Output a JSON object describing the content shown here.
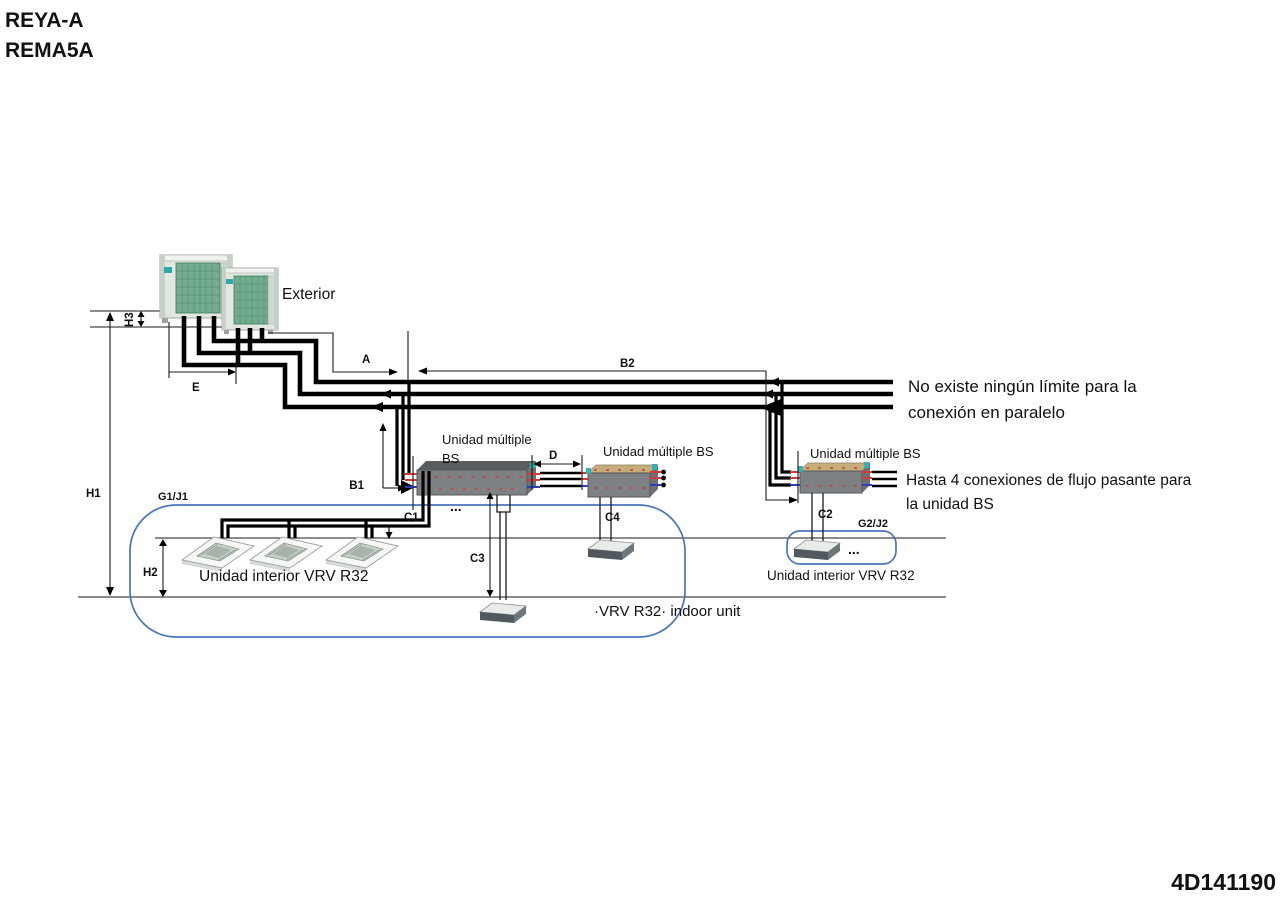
{
  "title": {
    "line1": "REYA-A",
    "line2": "REMA5A"
  },
  "footer": {
    "doc_number": "4D141190"
  },
  "labels": {
    "exterior": "Exterior",
    "bs1_line1": "Unidad múltiple",
    "bs1_line2": "BS",
    "bs2": "Unidad múltiple BS",
    "bs3": "Unidad múltiple BS",
    "indoor_left": "Unidad interior VRV R32",
    "indoor_right": "Unidad interior VRV R32",
    "vrv_indoor_note": "·VRV R32·  indoor unit",
    "zone_left": "G1/J1",
    "zone_right": "G2/J2",
    "ellipsis_bs1": "...",
    "ellipsis_right": "..."
  },
  "dimensions": {
    "a": "A",
    "b1": "B1",
    "b2": "B2",
    "c1": "C1",
    "c2": "C2",
    "c3": "C3",
    "c4": "C4",
    "d": "D",
    "e": "E",
    "h1": "H1",
    "h2": "H2",
    "h3": "H3"
  },
  "notes": {
    "parallel_1": "No existe ningún límite para la",
    "parallel_2": "conexión en paralelo",
    "bs_flow_1": "Hasta 4 conexiones de flujo pasante para",
    "bs_flow_2": "la unidad BS"
  },
  "colors": {
    "pipe": "#000000",
    "liquid_red": "#d43a3a",
    "gas_blue": "#2b3fbe",
    "zone_blue": "#4a74b8",
    "bs_gray": "#7e8183",
    "bs_top_dark": "#5a5d5f",
    "bs_top_tan": "#c7ad79",
    "teal_cap": "#35b3ae",
    "coil_green": "#6fa98c"
  }
}
